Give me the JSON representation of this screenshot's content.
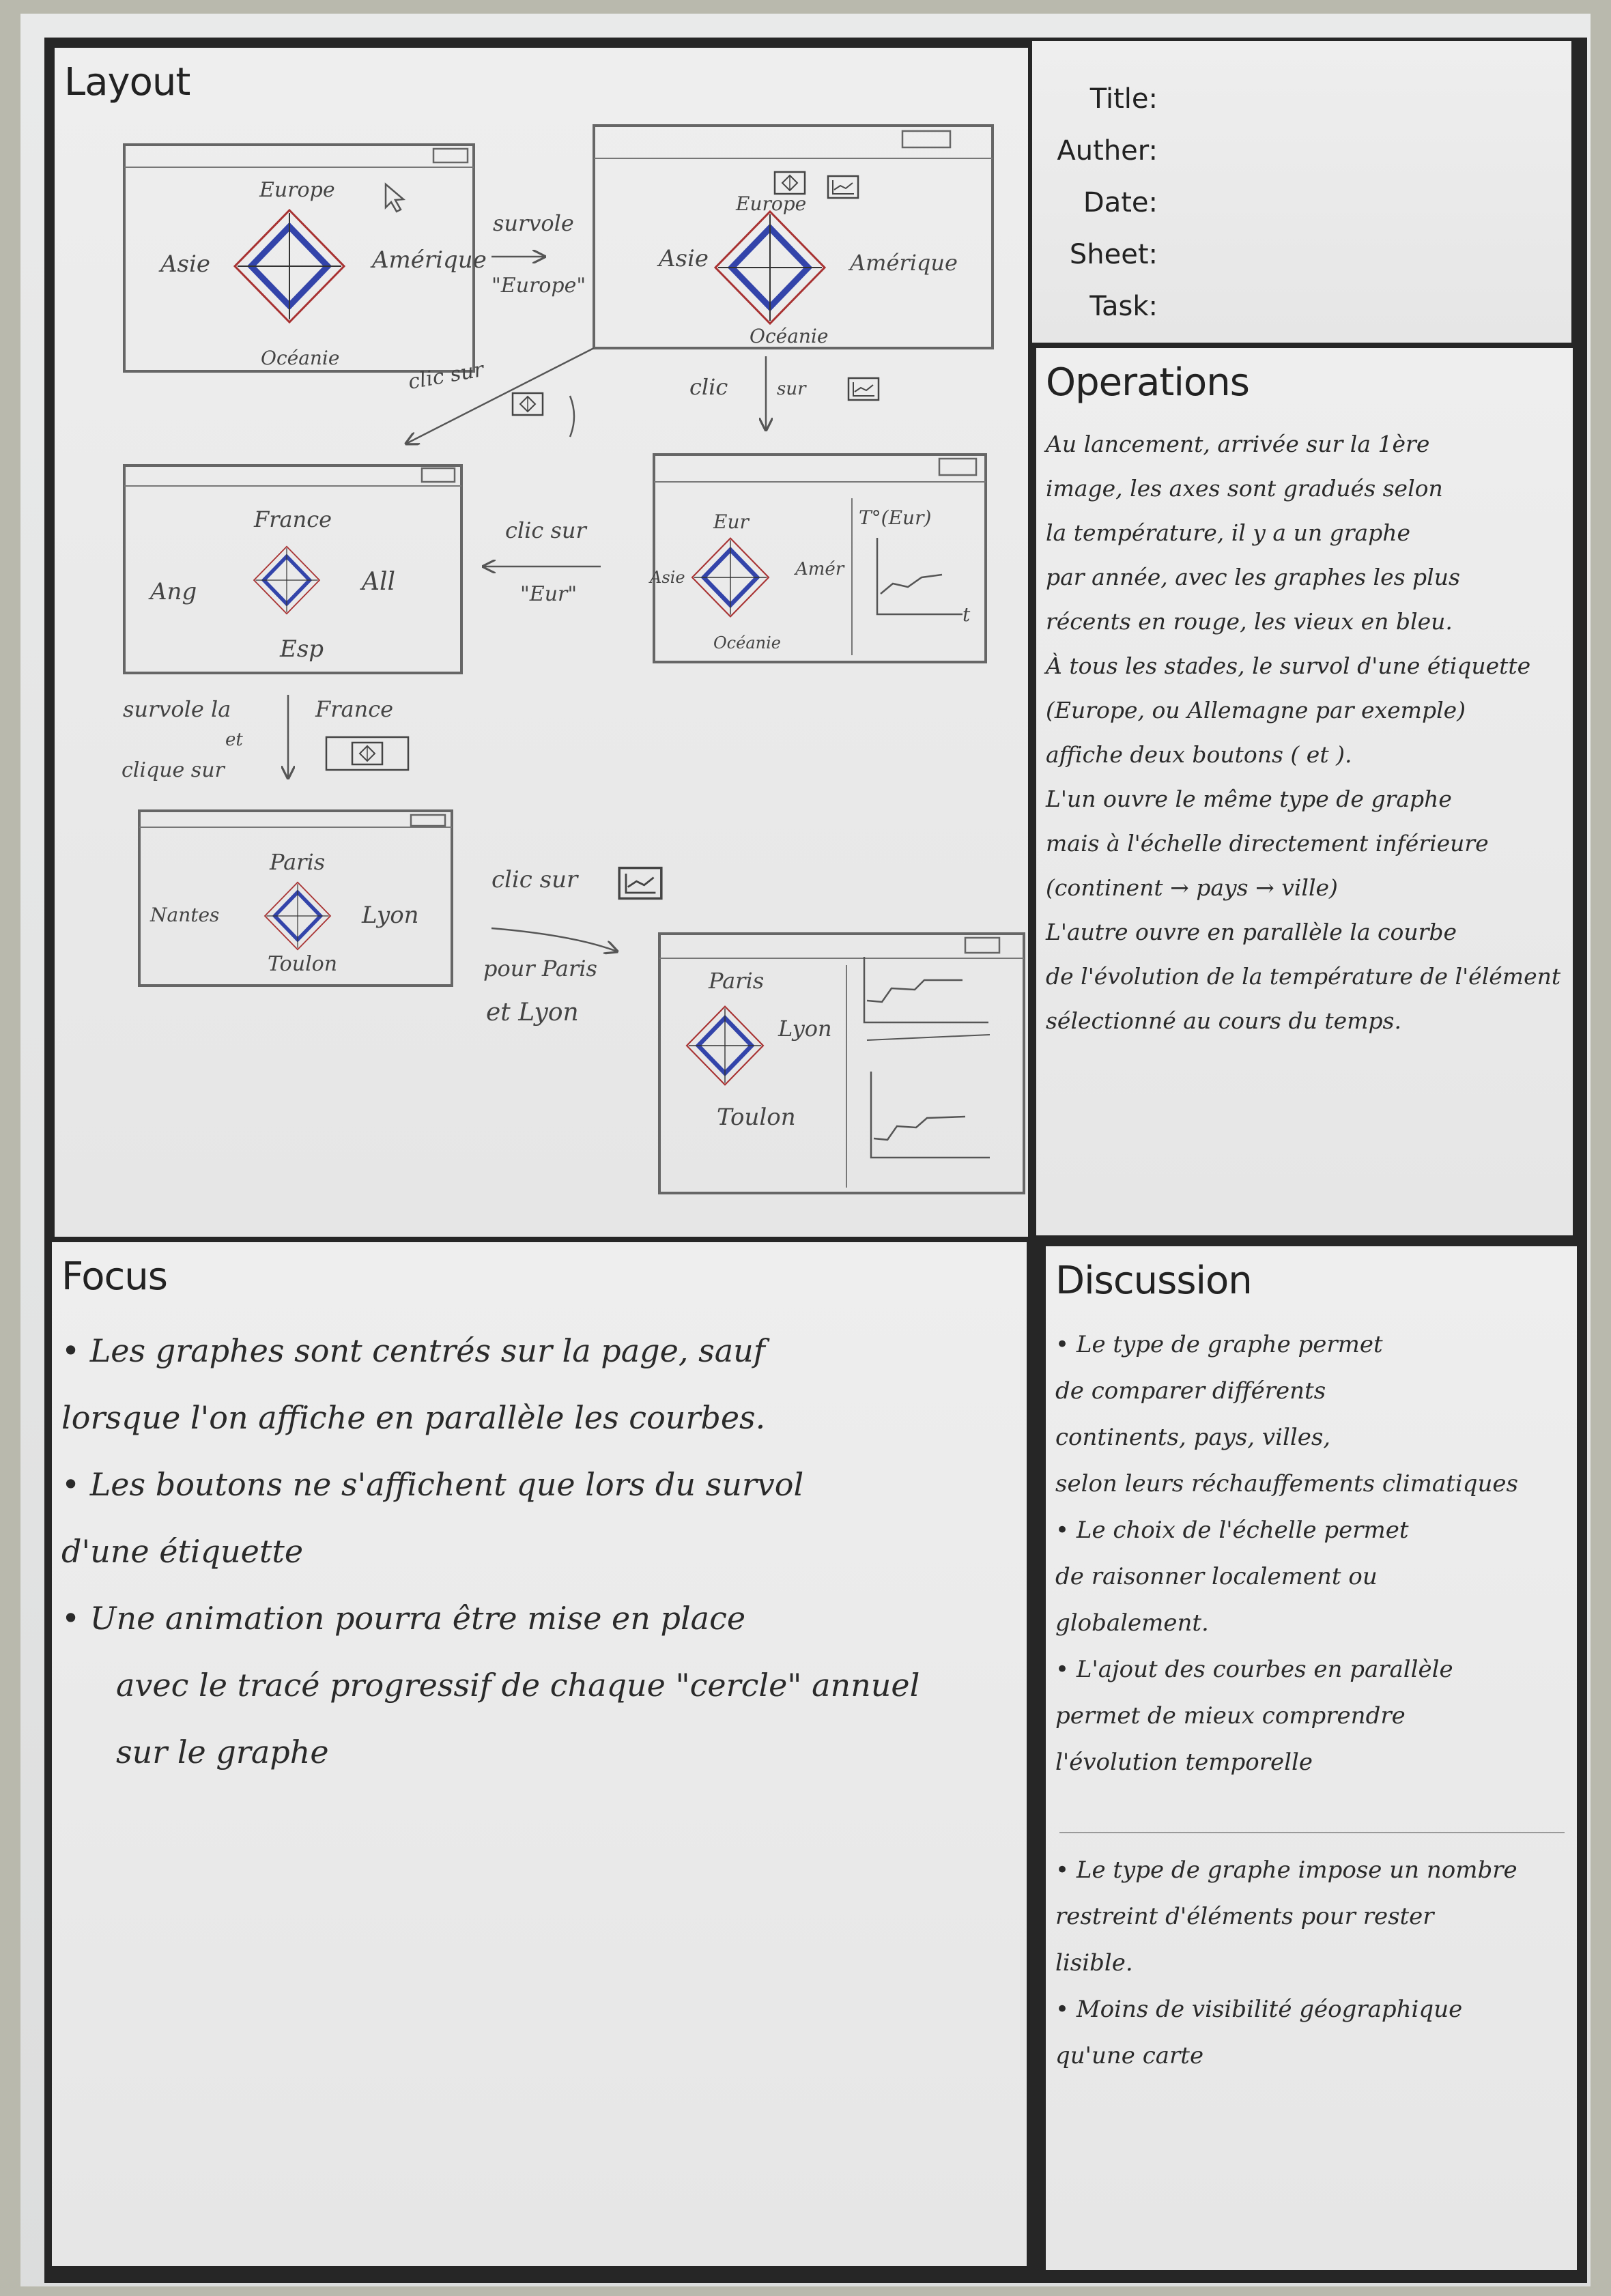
{
  "panels": {
    "layout_title": "Layout",
    "operations_title": "Operations",
    "focus_title": "Focus",
    "discussion_title": "Discussion"
  },
  "meta": {
    "title_label": "Title:",
    "author_label": "Auther:",
    "date_label": "Date:",
    "sheet_label": "Sheet:",
    "task_label": "Task:"
  },
  "sketch": {
    "w1": {
      "top": "Europe",
      "left": "Asie",
      "right": "Amérique",
      "bottom": "Océanie"
    },
    "a1": {
      "line1": "survole",
      "line2": "\"Europe\""
    },
    "w2": {
      "top": "Europe",
      "left": "Asie",
      "right": "Amérique",
      "bottom": "Océanie"
    },
    "a2": {
      "label": "clic sur"
    },
    "a3": {
      "label1": "clic",
      "label2": "sur"
    },
    "w3": {
      "top": "France",
      "left": "Ang",
      "right": "All",
      "bottom": "Esp"
    },
    "a4": {
      "line1": "clic sur",
      "line2": "\"Eur\""
    },
    "w4": {
      "top": "Eur",
      "left": "Asie",
      "right": "Amér",
      "bottom": "Océanie",
      "plot_label": "T°(Eur)",
      "t_label": "t"
    },
    "a5": {
      "line1": "survole la",
      "line2": "et",
      "line3": "clique sur",
      "word": "France"
    },
    "w5": {
      "top": "Paris",
      "left": "Nantes",
      "right": "Lyon",
      "bottom": "Toulon"
    },
    "a6": {
      "line1": "clic sur",
      "line2": "pour Paris",
      "line3": "et Lyon"
    },
    "w6": {
      "top": "Paris",
      "left": "",
      "right": "Lyon",
      "bottom": "Toulon"
    }
  },
  "operations": [
    "Au lancement, arrivée sur la 1ère",
    "image, les axes sont gradués selon",
    "la température, il y a un graphe",
    "par année, avec les graphes les plus",
    "récents en rouge, les vieux en bleu.",
    "À tous les stades, le survol d'une étiquette",
    "(Europe, ou Allemagne par exemple)",
    "affiche deux boutons ( et ).",
    "L'un ouvre le même type de graphe",
    "mais à l'échelle directement inférieure",
    "(continent → pays → ville)",
    "L'autre ouvre en parallèle la courbe",
    "de l'évolution de la température de l'élément",
    "sélectionné au cours du temps."
  ],
  "focus": [
    "• Les graphes sont centrés sur la page, sauf",
    "lorsque l'on affiche en parallèle les courbes.",
    "• Les boutons ne s'affichent que lors du survol",
    "d'une étiquette",
    "• Une animation pourra être mise en place",
    "avec le tracé progressif de chaque \"cercle\" annuel",
    "sur le graphe"
  ],
  "discussion_pros": [
    "• Le type de graphe permet",
    "de comparer différents",
    "continents, pays, villes,",
    "selon leurs réchauffements climatiques",
    "• Le choix de l'échelle permet",
    "de raisonner localement ou",
    "globalement.",
    "• L'ajout des courbes en parallèle",
    "permet de mieux comprendre",
    "l'évolution temporelle"
  ],
  "discussion_cons": [
    "• Le type de graphe impose un nombre",
    "restreint d'éléments pour rester",
    "lisible.",
    "• Moins de visibilité géographique",
    "qu'une carte"
  ],
  "colors": {
    "frame": "#262626",
    "paper": "#ececec",
    "radar_blue": "#3344aa",
    "radar_red": "#a83232",
    "pencil": "#666666"
  }
}
